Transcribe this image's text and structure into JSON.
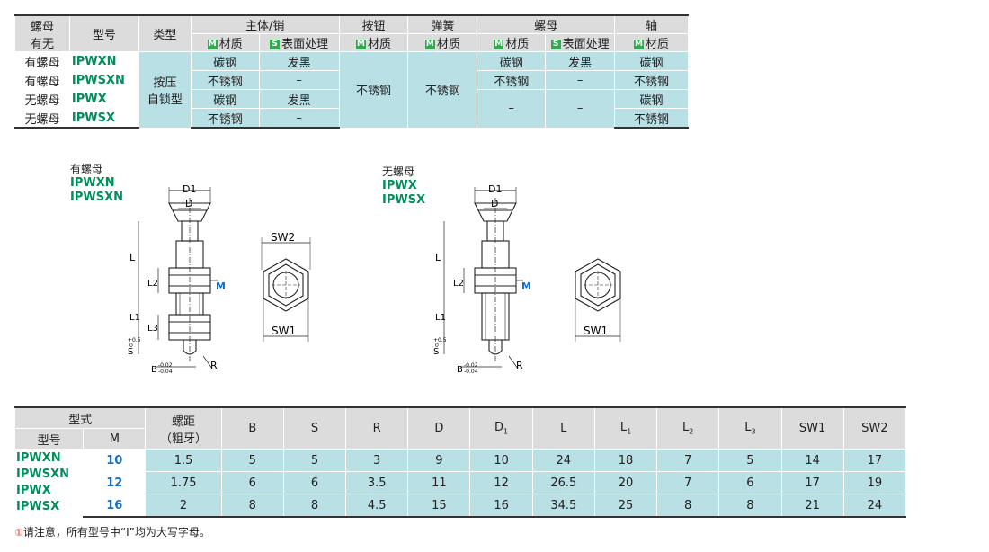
{
  "spec_table": {
    "headers": {
      "nut_presence": [
        "螺母",
        "有无"
      ],
      "model": "型号",
      "type": "类型",
      "body_pin": "主体/销",
      "knob": "按钮",
      "spring": "弹簧",
      "nut": "螺母",
      "shaft": "轴",
      "material": "材质",
      "surface": "表面处理",
      "m_tag": "M",
      "s_tag": "S"
    },
    "type_value": [
      "按压",
      "自锁型"
    ],
    "knob_value": "不锈钢",
    "spring_value": "不锈钢",
    "rows": [
      {
        "nut": "有螺母",
        "model": "IPWXN",
        "body_mat": "碳钢",
        "body_surf": "发黑",
        "nut_mat": "碳钢",
        "nut_surf": "发黑",
        "shaft": "碳钢"
      },
      {
        "nut": "有螺母",
        "model": "IPWSXN",
        "body_mat": "不锈钢",
        "body_surf": "–",
        "nut_mat": "不锈钢",
        "nut_surf": "–",
        "shaft": "不锈钢"
      },
      {
        "nut": "无螺母",
        "model": "IPWX",
        "body_mat": "碳钢",
        "body_surf": "发黑",
        "nut_mat": "–",
        "nut_surf": "–",
        "shaft": "碳钢"
      },
      {
        "nut": "无螺母",
        "model": "IPWSX",
        "body_mat": "不锈钢",
        "body_surf": "–",
        "shaft": "不锈钢"
      }
    ]
  },
  "drawing_left": {
    "title": "有螺母",
    "models": [
      "IPWXN",
      "IPWSXN"
    ],
    "labels": {
      "d1": "D1",
      "d": "D",
      "l": "L",
      "l2": "L2",
      "l1": "L1",
      "l3": "L3",
      "s": "S",
      "s_tol_hi": "+0.5",
      "s_tol_lo": "0",
      "b": "B",
      "b_tol_hi": "-0.02",
      "b_tol_lo": "-0.04",
      "r": "R",
      "m": "M",
      "sw1": "SW1",
      "sw2": "SW2"
    }
  },
  "drawing_right": {
    "title": "无螺母",
    "models": [
      "IPWX",
      "IPWSX"
    ]
  },
  "dim_table": {
    "header_form": "型式",
    "header_model": "型号",
    "header_m": "M",
    "header_pitch": [
      "螺距",
      "（粗牙）"
    ],
    "cols": [
      "B",
      "S",
      "R",
      "D",
      "D",
      "L",
      "L",
      "L",
      "L",
      "SW1",
      "SW2"
    ],
    "col_subs": [
      "",
      "",
      "",
      "",
      "1",
      "",
      "1",
      "2",
      "3",
      "",
      ""
    ],
    "models": [
      "IPWXN",
      "IPWSXN",
      "IPWX",
      "IPWSX"
    ],
    "rows": [
      {
        "m": "10",
        "pitch": "1.5",
        "vals": [
          "5",
          "5",
          "3",
          "9",
          "10",
          "24",
          "18",
          "7",
          "5",
          "14",
          "17"
        ]
      },
      {
        "m": "12",
        "pitch": "1.75",
        "vals": [
          "6",
          "6",
          "3.5",
          "11",
          "12",
          "26.5",
          "20",
          "7",
          "6",
          "17",
          "19"
        ]
      },
      {
        "m": "16",
        "pitch": "2",
        "vals": [
          "8",
          "8",
          "4.5",
          "15",
          "16",
          "34.5",
          "25",
          "8",
          "8",
          "21",
          "24"
        ]
      }
    ]
  },
  "note": {
    "icon": "①",
    "text": "请注意，所有型号中“I”均为大写字母。"
  }
}
